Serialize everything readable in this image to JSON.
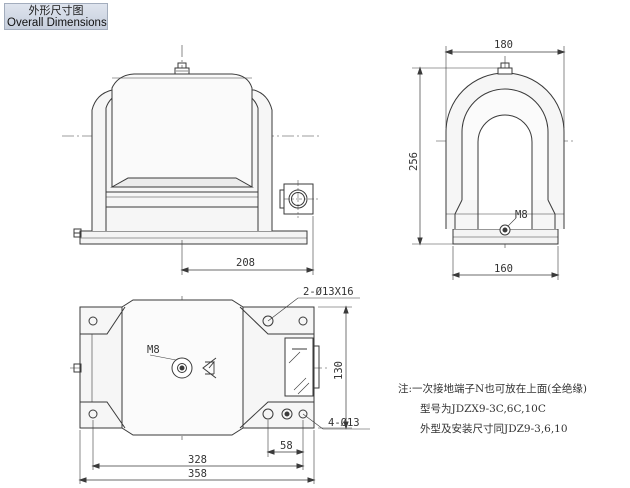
{
  "header": {
    "title_cn": "外形尺寸图",
    "title_en": "Overall Dimensions"
  },
  "dimensions": {
    "front_width": "208",
    "side_width_top": "180",
    "side_height": "256",
    "side_base": "160",
    "bolt_spec": "M8",
    "top_holes": "2-Ø13X16",
    "top_height": "130",
    "mount_holes": "4-Ø13",
    "spacing_58": "58",
    "width_328": "328",
    "width_358": "358",
    "top_bolt": "M8"
  },
  "notes": {
    "line1": "注:一次接地端子N也可放在上面(全绝缘)",
    "line2": "型号为JDZX9-3C,6C,10C",
    "line3": "外型及安装尺寸同JDZ9-3,6,10"
  },
  "colors": {
    "ink": "#3a3a3a",
    "body_fill": "#f4f4f4",
    "header_bg": "#cfd6e2"
  }
}
